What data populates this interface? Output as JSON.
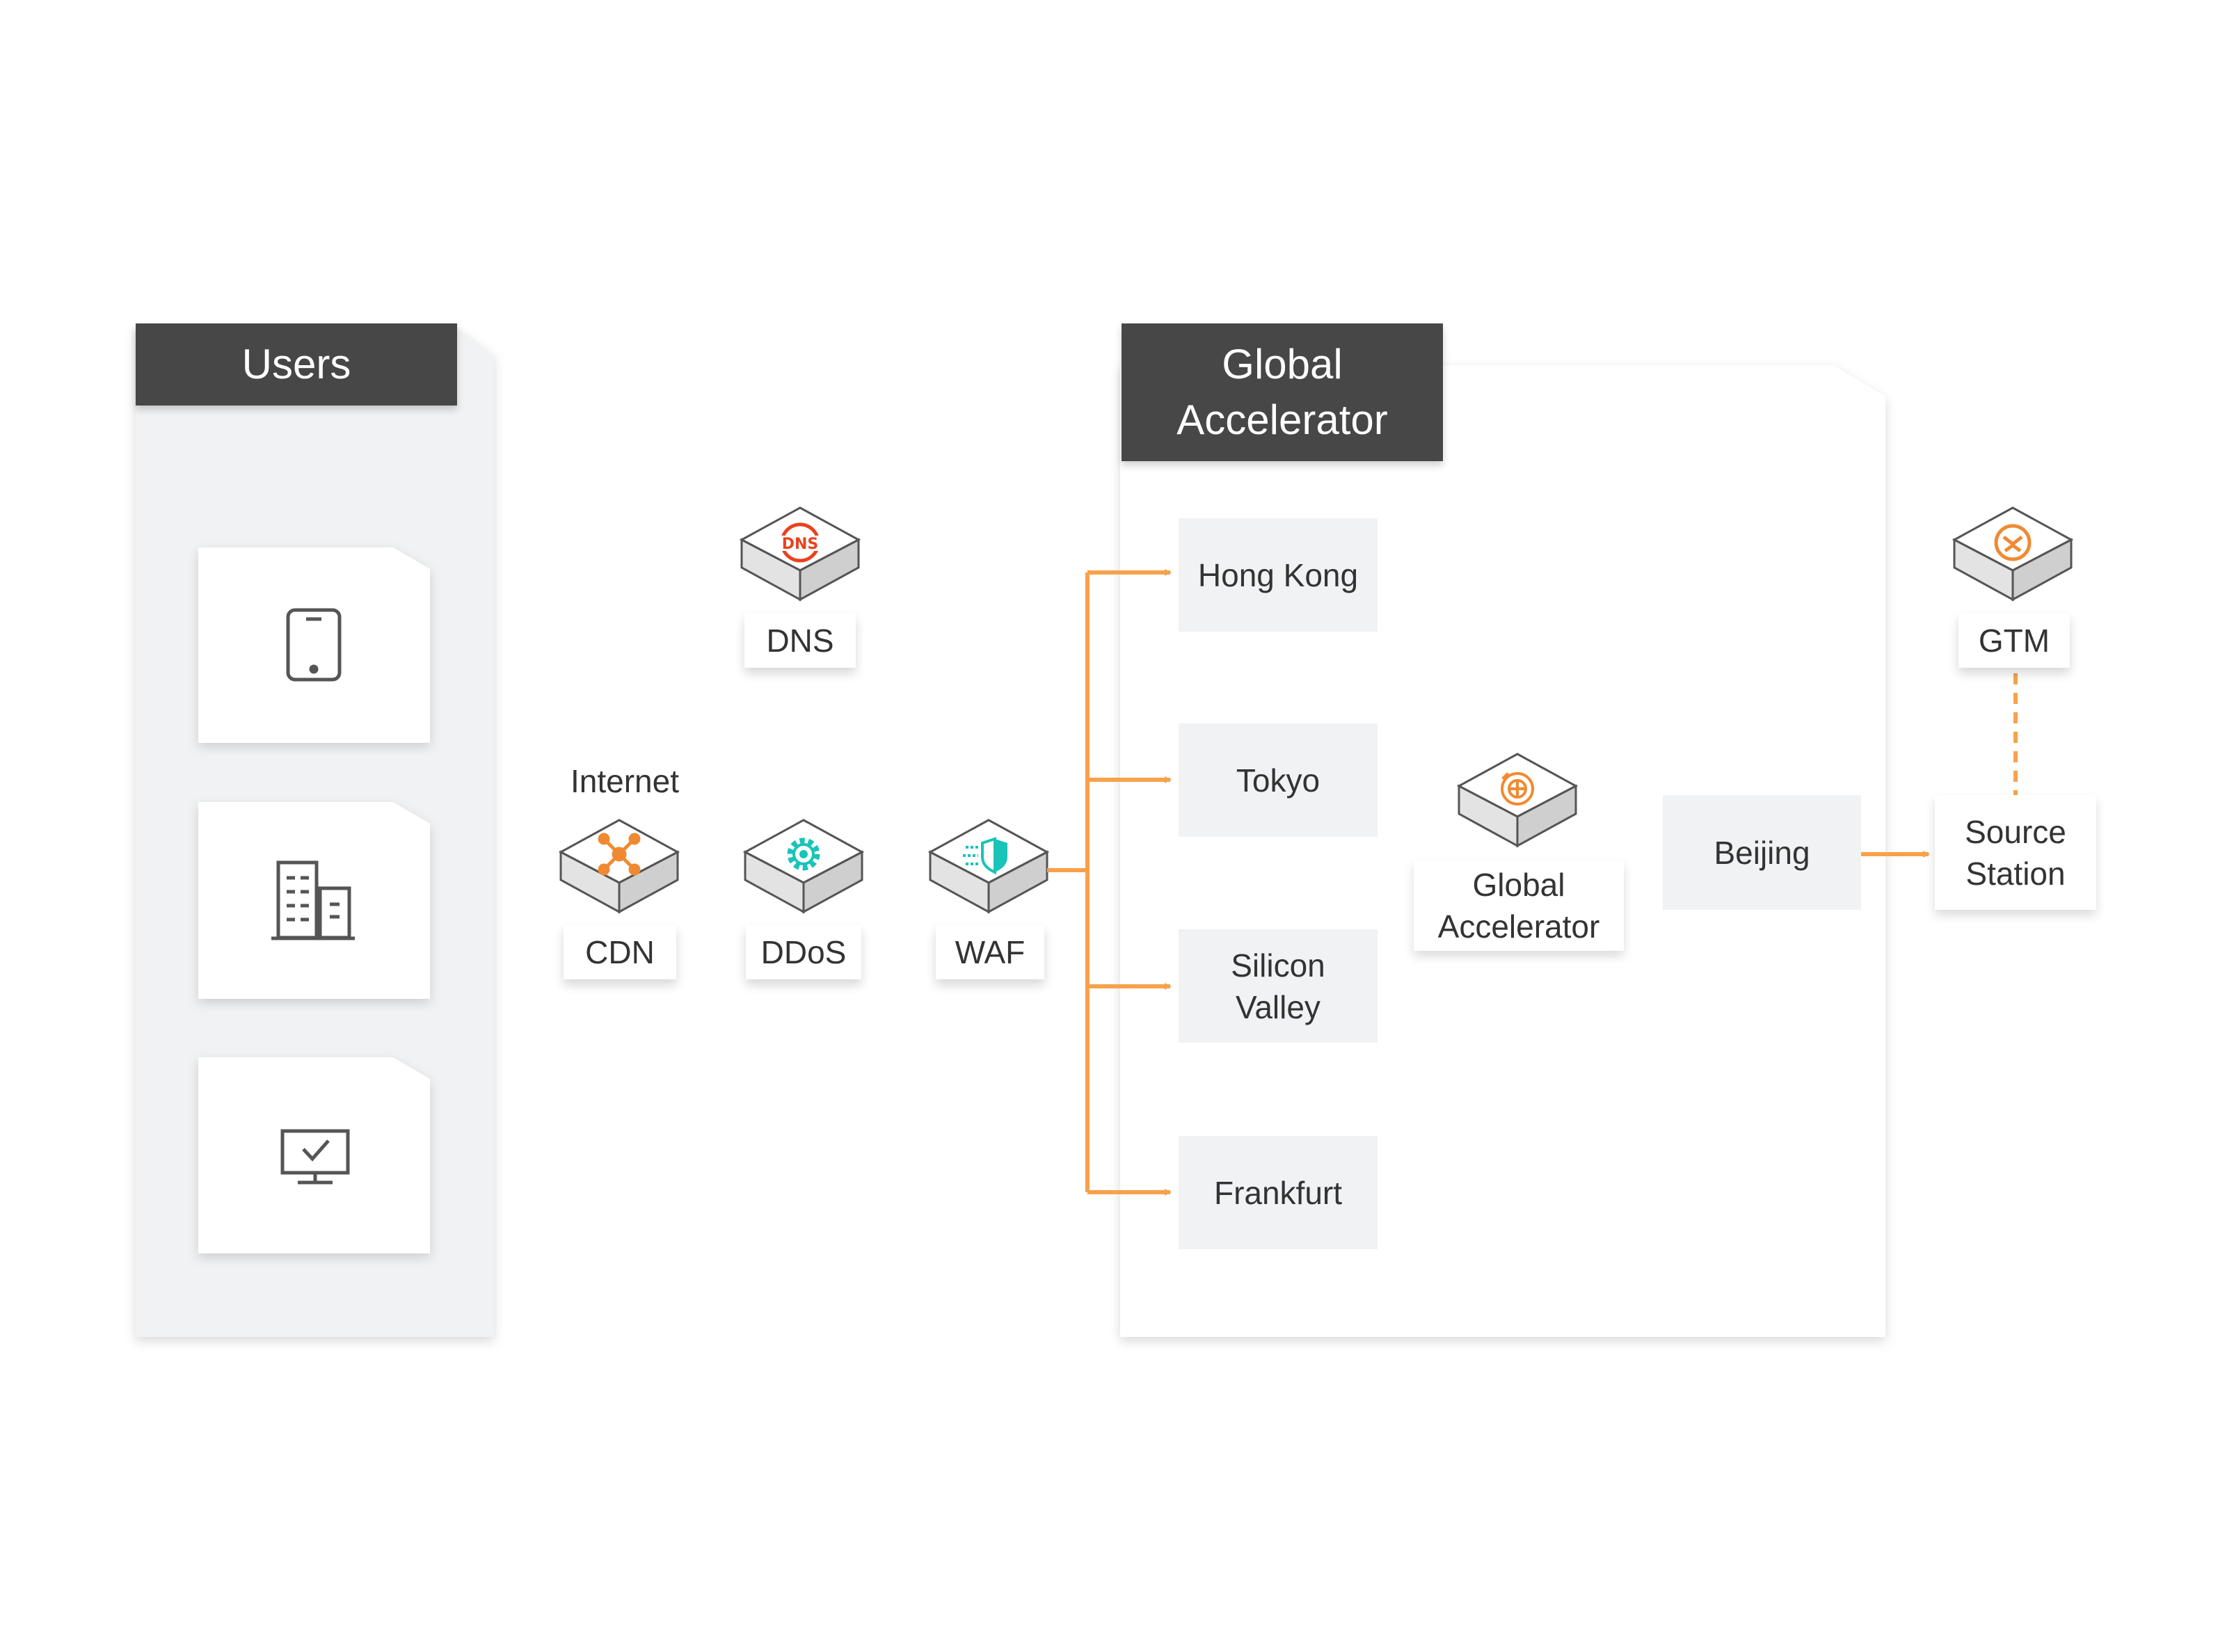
{
  "users_panel": {
    "title": "Users",
    "devices": [
      "tablet-icon",
      "building-icon",
      "monitor-icon"
    ]
  },
  "internet_label": "Internet",
  "services": [
    {
      "name": "DNS",
      "icon": "dns-icon",
      "color": "#e8421f"
    },
    {
      "name": "CDN",
      "icon": "cdn-icon",
      "color": "#f08a32"
    },
    {
      "name": "DDoS",
      "icon": "ddos-icon",
      "color": "#19c4b8"
    },
    {
      "name": "WAF",
      "icon": "waf-icon",
      "color": "#19c4b8"
    }
  ],
  "accelerator_panel": {
    "title": "Global\nAccelerator",
    "regions": [
      "Hong Kong",
      "Tokyo",
      "Silicon\nValley",
      "Frankfurt"
    ],
    "service_label": "Global\nAccelerator",
    "service_icon": "global-accelerator-icon"
  },
  "beijing": "Beijing",
  "source_station": "Source\nStation",
  "gtm": {
    "name": "GTM",
    "icon": "gtm-icon",
    "color": "#f08a32"
  },
  "colors": {
    "arrow": "#f7a24a",
    "tab": "#474747",
    "panel": "#f0f2f3"
  }
}
